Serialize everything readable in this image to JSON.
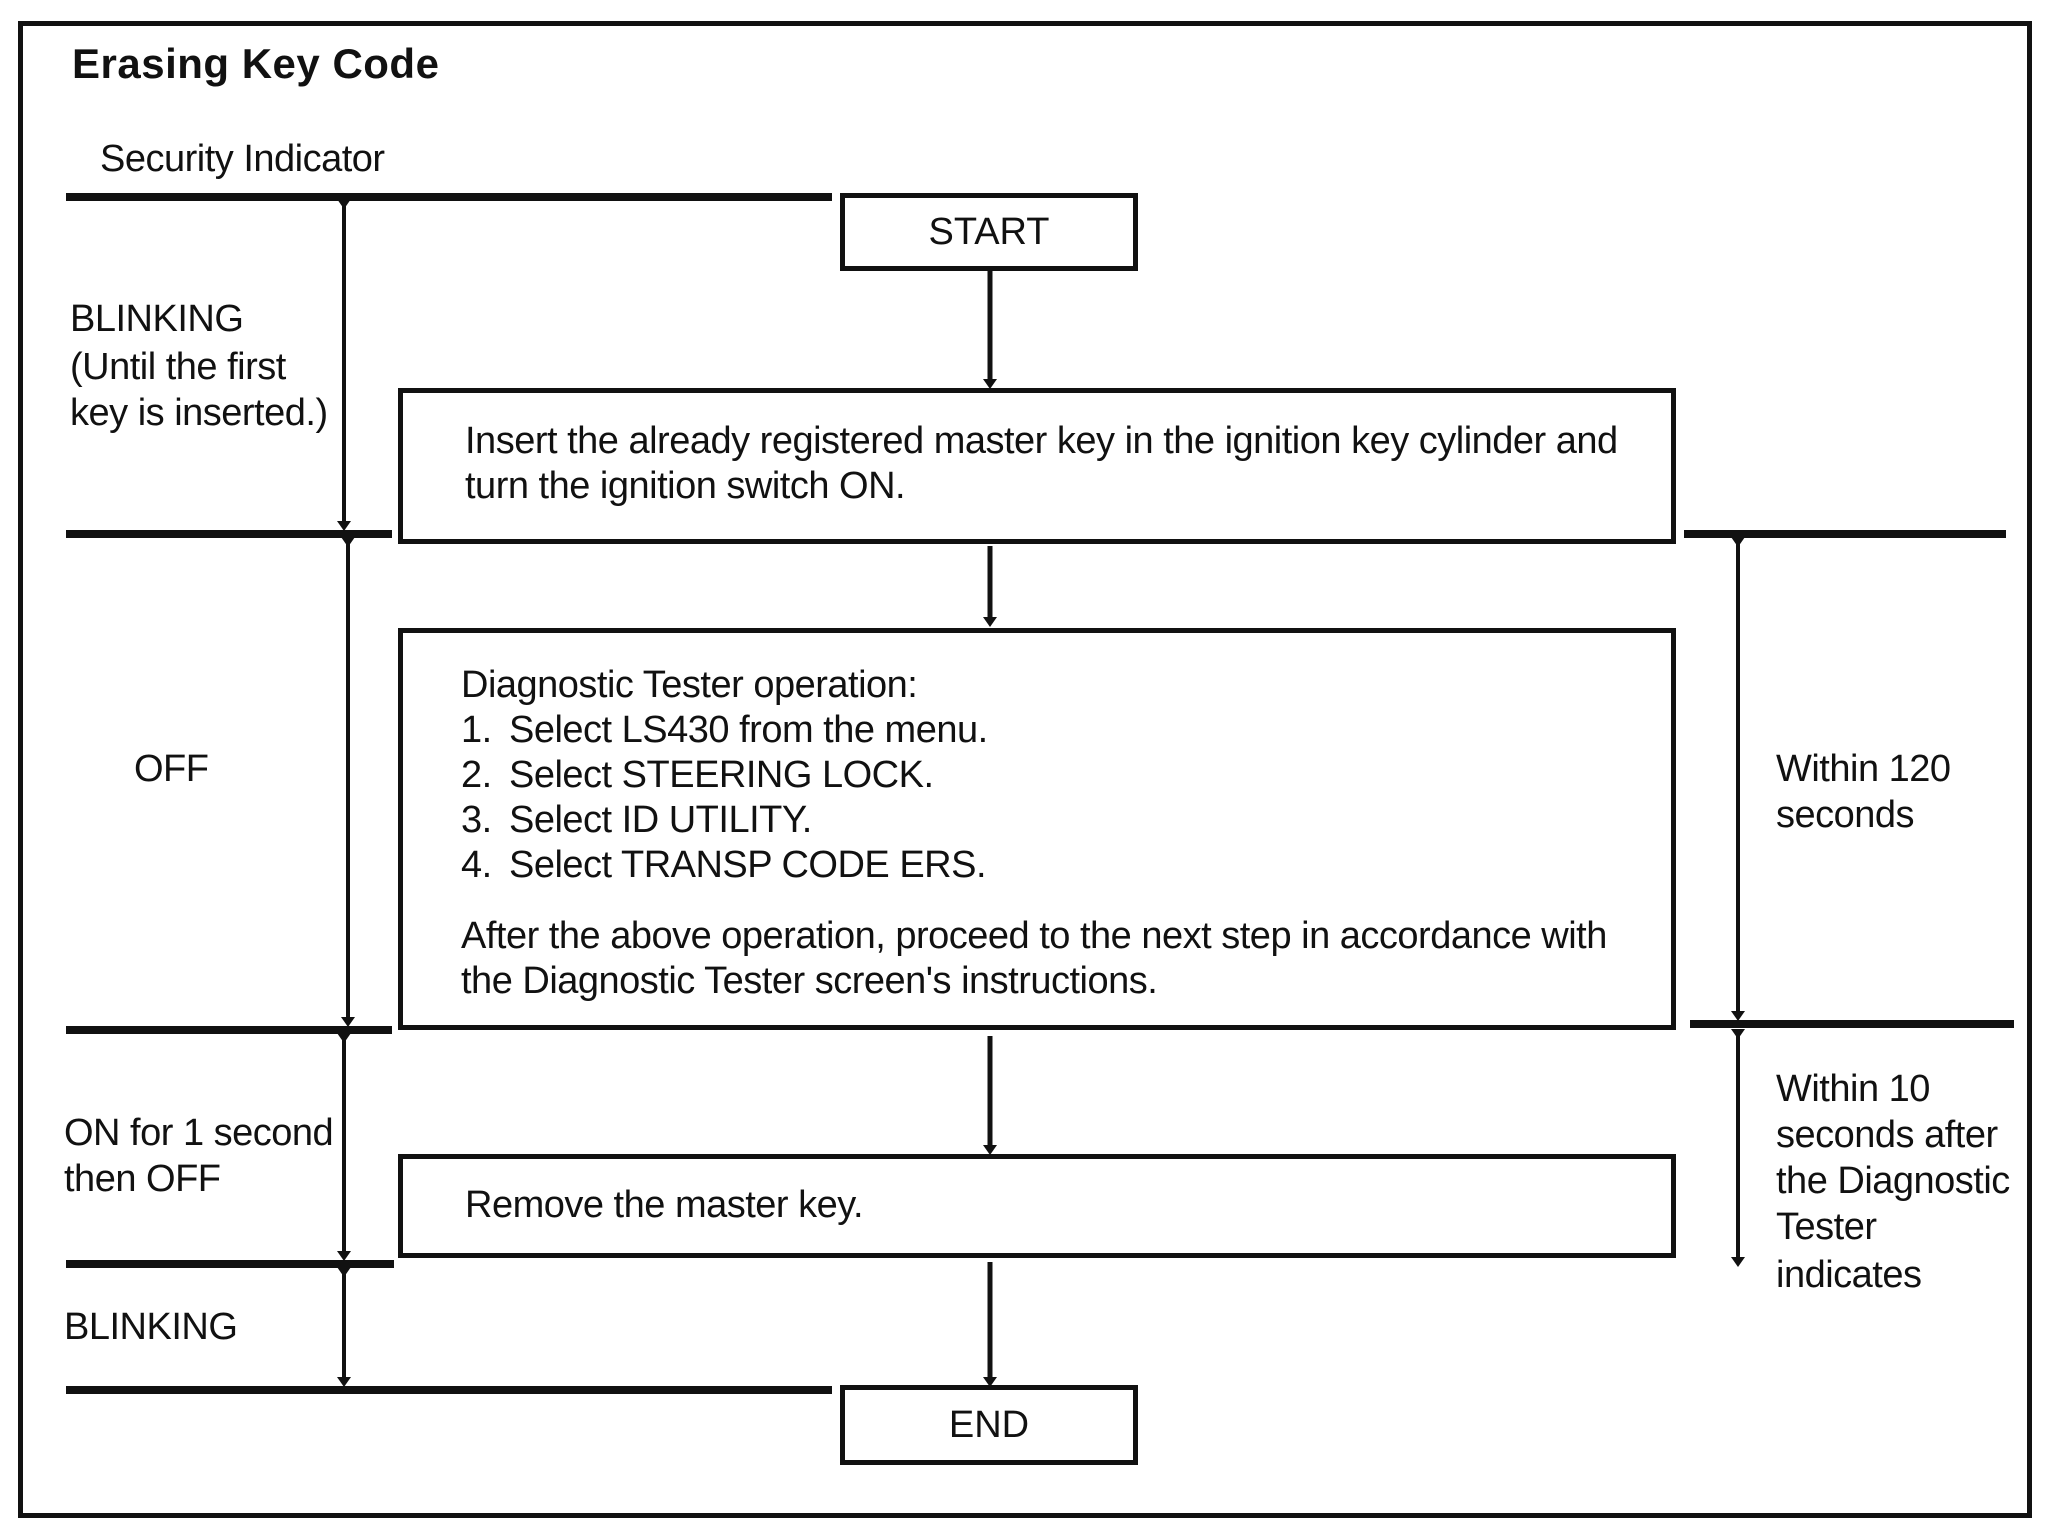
{
  "title": "Erasing Key Code",
  "indicator_header": "Security Indicator",
  "flow": {
    "start": "START",
    "end": "END",
    "step1": {
      "line1": "Insert the already registered master key in the ignition key cylinder and",
      "line2": "turn the ignition switch ON."
    },
    "step2": {
      "heading": "Diagnostic Tester operation:",
      "items": [
        {
          "num": "1.",
          "text": "Select LS430 from the menu."
        },
        {
          "num": "2.",
          "text": "Select STEERING LOCK."
        },
        {
          "num": "3.",
          "text": "Select ID UTILITY."
        },
        {
          "num": "4.",
          "text": "Select TRANSP CODE ERS."
        }
      ],
      "note_line1": "After the above operation, proceed to the next step in accordance with",
      "note_line2": "the Diagnostic Tester screen's instructions."
    },
    "step3": "Remove the master key."
  },
  "indicator_states": {
    "blinking_first": {
      "line1": "BLINKING",
      "line2": "(Until the first",
      "line3": "key is inserted.)"
    },
    "off": "OFF",
    "on_then_off": {
      "line1": "ON for 1 second",
      "line2": "then OFF"
    },
    "blinking_end": "BLINKING"
  },
  "timing": {
    "within_120": {
      "line1": "Within 120",
      "line2": "seconds"
    },
    "within_10": {
      "line1": "Within 10",
      "line2": "seconds after",
      "line3": "the Diagnostic",
      "line4": "Tester",
      "line5": "indicates"
    }
  }
}
